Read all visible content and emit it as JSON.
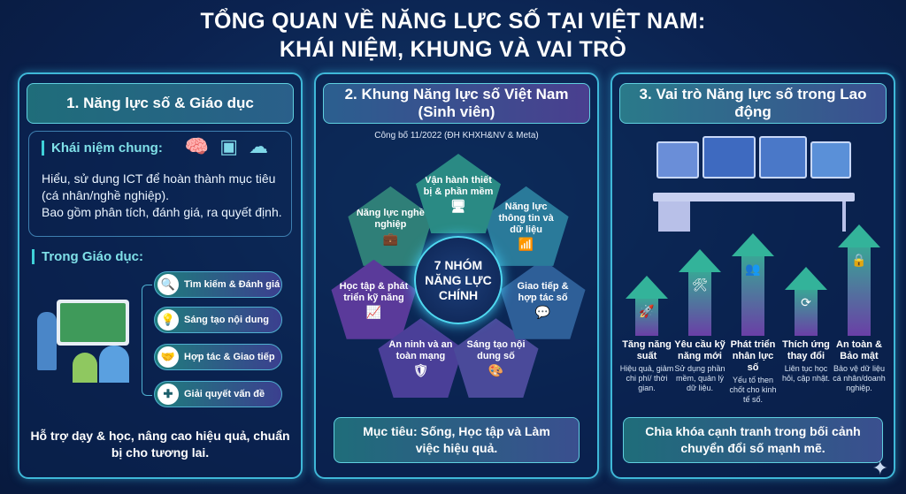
{
  "title": {
    "line1": "TỔNG QUAN VỀ NĂNG LỰC SỐ TẠI VIỆT NAM:",
    "line2": "KHÁI NIỆM, KHUNG VÀ VAI TRÒ"
  },
  "panel1": {
    "header": "1. Năng lực số & Giáo dục",
    "concept_label": "Khái niệm chung:",
    "concept_icons": [
      "brain-icon",
      "chip-icon",
      "cloud-icon"
    ],
    "concept_text1": "Hiểu, sử dụng ICT để hoàn thành mục tiêu (cá nhân/nghề nghiệp).",
    "concept_text2": "Bao gồm phân tích, đánh giá, ra quyết định.",
    "edu_label": "Trong Giáo dục:",
    "items": [
      {
        "label": "Tìm kiếm & Đánh giá",
        "icon": "search-icon"
      },
      {
        "label": "Sáng tạo nội dung",
        "icon": "lightbulb-icon"
      },
      {
        "label": "Hợp tác & Giao tiếp",
        "icon": "handshake-icon"
      },
      {
        "label": "Giải quyết vấn đề",
        "icon": "puzzle-icon"
      }
    ],
    "footer": "Hỗ trợ dạy & học, nâng cao hiệu quả, chuẩn bị cho tương lai."
  },
  "panel2": {
    "header_line1": "2. Khung Năng lực số Việt Nam",
    "header_line2": "(Sinh viên)",
    "subtitle": "Công bố 11/2022 (ĐH KHXH&NV & Meta)",
    "hub": "7 NHÓM NĂNG LỰC CHÍNH",
    "petals": [
      {
        "label": "Vận hành thiết bị & phần mềm",
        "icon": "monitor-icon",
        "color": "#2a8a84"
      },
      {
        "label": "Năng lực thông tin và dữ liệu",
        "icon": "bar-chart-icon",
        "color": "#2a7a9a"
      },
      {
        "label": "Giao tiếp & hợp tác số",
        "icon": "chat-icon",
        "color": "#2e5f98"
      },
      {
        "label": "Sáng tạo nội dung số",
        "icon": "palette-icon",
        "color": "#4a4a9a"
      },
      {
        "label": "An ninh và an toàn mạng",
        "icon": "shield-icon",
        "color": "#4a3f98"
      },
      {
        "label": "Học tập & phát triển kỹ năng",
        "icon": "growth-chart-icon",
        "color": "#5a3a9a"
      },
      {
        "label": "Năng lực nghề nghiệp",
        "icon": "briefcase-icon",
        "color": "#2f7f78"
      }
    ],
    "footer": "Mục tiêu: Sống, Học tập và Làm việc hiệu quả."
  },
  "panel3": {
    "header": "3. Vai trò Năng lực số trong Lao động",
    "arrows": [
      {
        "title": "Tăng năng suất",
        "desc": "Hiệu quả, giảm chi phí/ thời gian.",
        "icon": "rocket-icon"
      },
      {
        "title": "Yêu cầu kỹ năng mới",
        "desc": "Sử dụng phần mềm, quản lý dữ liệu.",
        "icon": "tools-icon"
      },
      {
        "title": "Phát triển nhân lực số",
        "desc": "Yếu tố then chốt cho kinh tế số.",
        "icon": "people-icon"
      },
      {
        "title": "Thích ứng thay đổi",
        "desc": "Liên tục học hỏi, cập nhật.",
        "icon": "refresh-icon"
      },
      {
        "title": "An toàn & Bảo mật",
        "desc": "Bảo vệ dữ liệu cá nhân/doanh nghiệp.",
        "icon": "lock-icon"
      }
    ],
    "footer": "Chìa khóa cạnh tranh trong bối cảnh chuyển đổi số mạnh mẽ."
  }
}
